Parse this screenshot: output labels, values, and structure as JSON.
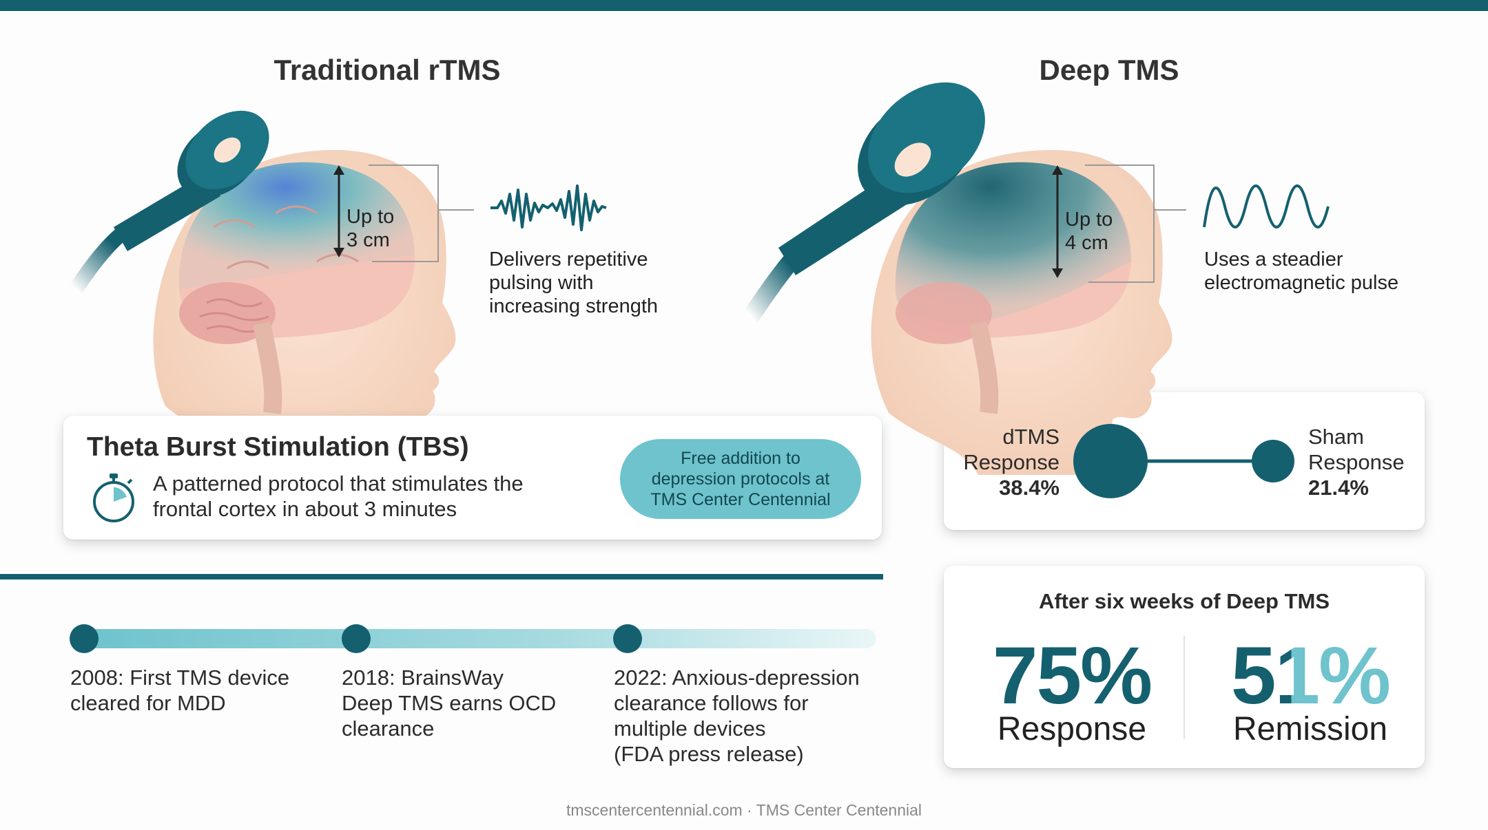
{
  "colors": {
    "accent_dark": "#14606f",
    "accent_light": "#6ec3cd",
    "remission_teal": "#6ec3cd",
    "footer_gray": "#888888"
  },
  "rtms": {
    "title": "Traditional rTMS",
    "depth_line1": "Up to",
    "depth_line2": "3 cm",
    "desc_line1": "Delivers repetitive",
    "desc_line2": "pulsing with",
    "desc_line3": "increasing strength",
    "wave_icon": "irregular-pulse-wave-icon"
  },
  "dtms": {
    "title": "Deep TMS",
    "depth_line1": "Up to",
    "depth_line2": "4 cm",
    "desc_line1": "Uses a steadier",
    "desc_line2": "electromagnetic pulse",
    "wave_icon": "steady-sine-wave-icon"
  },
  "tbs": {
    "title": "Theta Burst Stimulation (TBS)",
    "desc_line1": "A patterned protocol that stimulates the",
    "desc_line2": "frontal cortex in about 3 minutes",
    "icon": "stopwatch-icon",
    "pill_line1": "Free addition to",
    "pill_line2": "depression protocols at",
    "pill_line3": "TMS Center Centennial"
  },
  "response": {
    "dtms_line1": "dTMS",
    "dtms_line2": "Response",
    "dtms_value": "38.4%",
    "sham_line1": "Sham",
    "sham_line2": "Response",
    "sham_value": "21.4%"
  },
  "timeline": [
    {
      "lines": [
        "2008: First TMS device",
        "cleared for MDD"
      ]
    },
    {
      "lines": [
        "2018: BrainsWay",
        "Deep TMS earns OCD",
        "clearance"
      ]
    },
    {
      "lines": [
        "2022: Anxious-depression",
        "clearance follows for",
        "multiple devices",
        "(FDA press release)"
      ]
    }
  ],
  "outcomes": {
    "title": "After six weeks of Deep TMS",
    "response_value": "75%",
    "response_label": "Response",
    "remission_value": "51%",
    "remission_label": "Remission"
  },
  "footer": "tmscentercentennial.com · TMS Center Centennial"
}
